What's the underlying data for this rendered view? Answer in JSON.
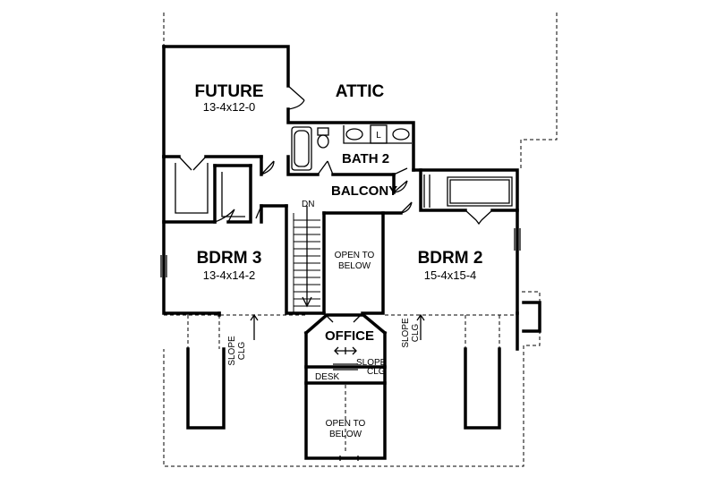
{
  "rooms": {
    "future": {
      "name": "FUTURE",
      "dims": "13-4x12-0"
    },
    "attic": {
      "name": "ATTIC"
    },
    "bath2": {
      "name": "BATH 2"
    },
    "balcony": {
      "name": "BALCONY"
    },
    "bdrm3": {
      "name": "BDRM 3",
      "dims": "13-4x14-2"
    },
    "bdrm2": {
      "name": "BDRM 2",
      "dims": "15-4x15-4"
    },
    "office": {
      "name": "OFFICE"
    },
    "desk": {
      "name": "DESK"
    }
  },
  "labels": {
    "stair_dn": "DN",
    "open_below_1": [
      "OPEN TO",
      "BELOW"
    ],
    "open_below_2": [
      "OPEN TO",
      "BELOW"
    ],
    "slope_left": [
      "SLOPE",
      "CLG"
    ],
    "slope_right": [
      "SLOPE",
      "CLG"
    ],
    "slope_office": [
      "SLOPE",
      "CLG"
    ],
    "linen": "L"
  }
}
